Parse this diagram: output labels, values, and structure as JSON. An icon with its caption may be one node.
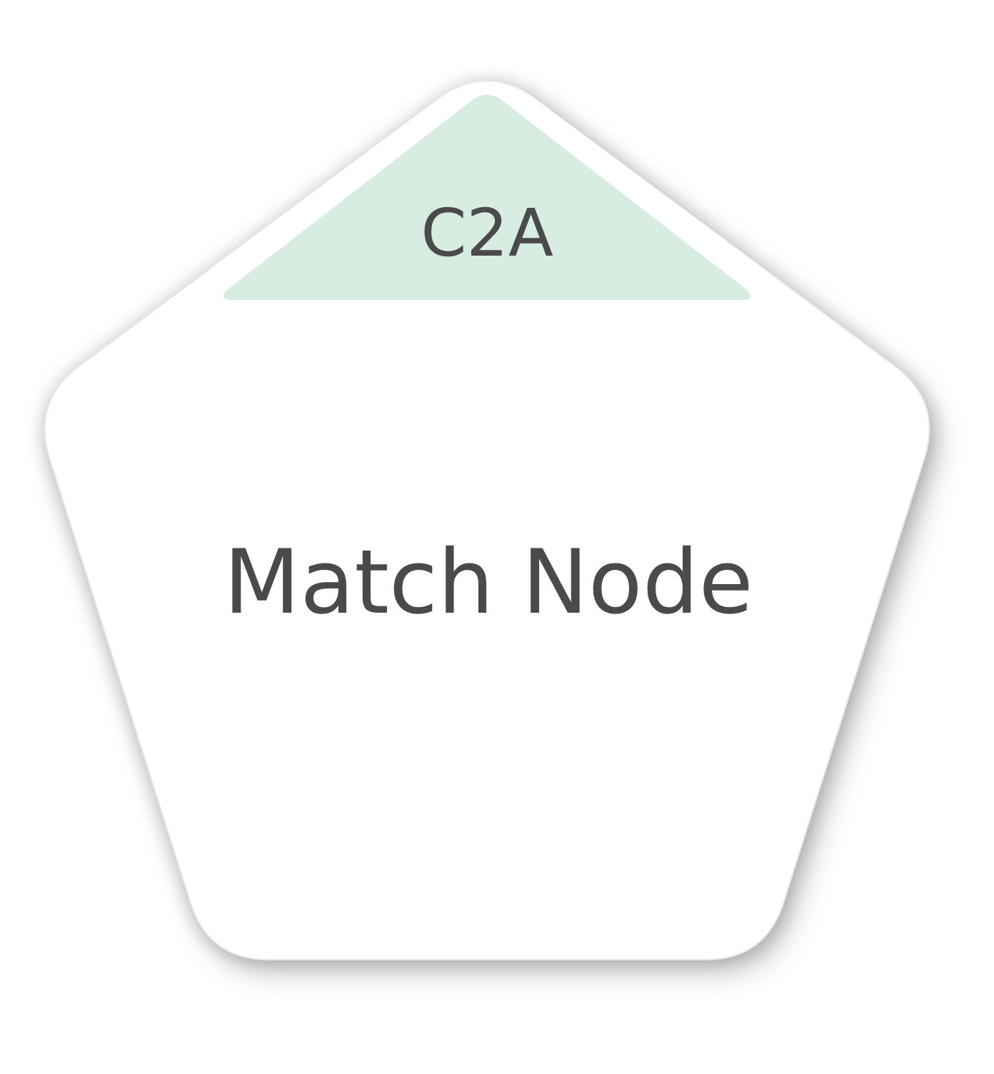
{
  "diagram": {
    "nodes": [
      {
        "text": [
          "Match Node"
        ]
      },
      {
        "text": [
          "C2A"
        ],
        "in": 0
      }
    ]
  }
}
